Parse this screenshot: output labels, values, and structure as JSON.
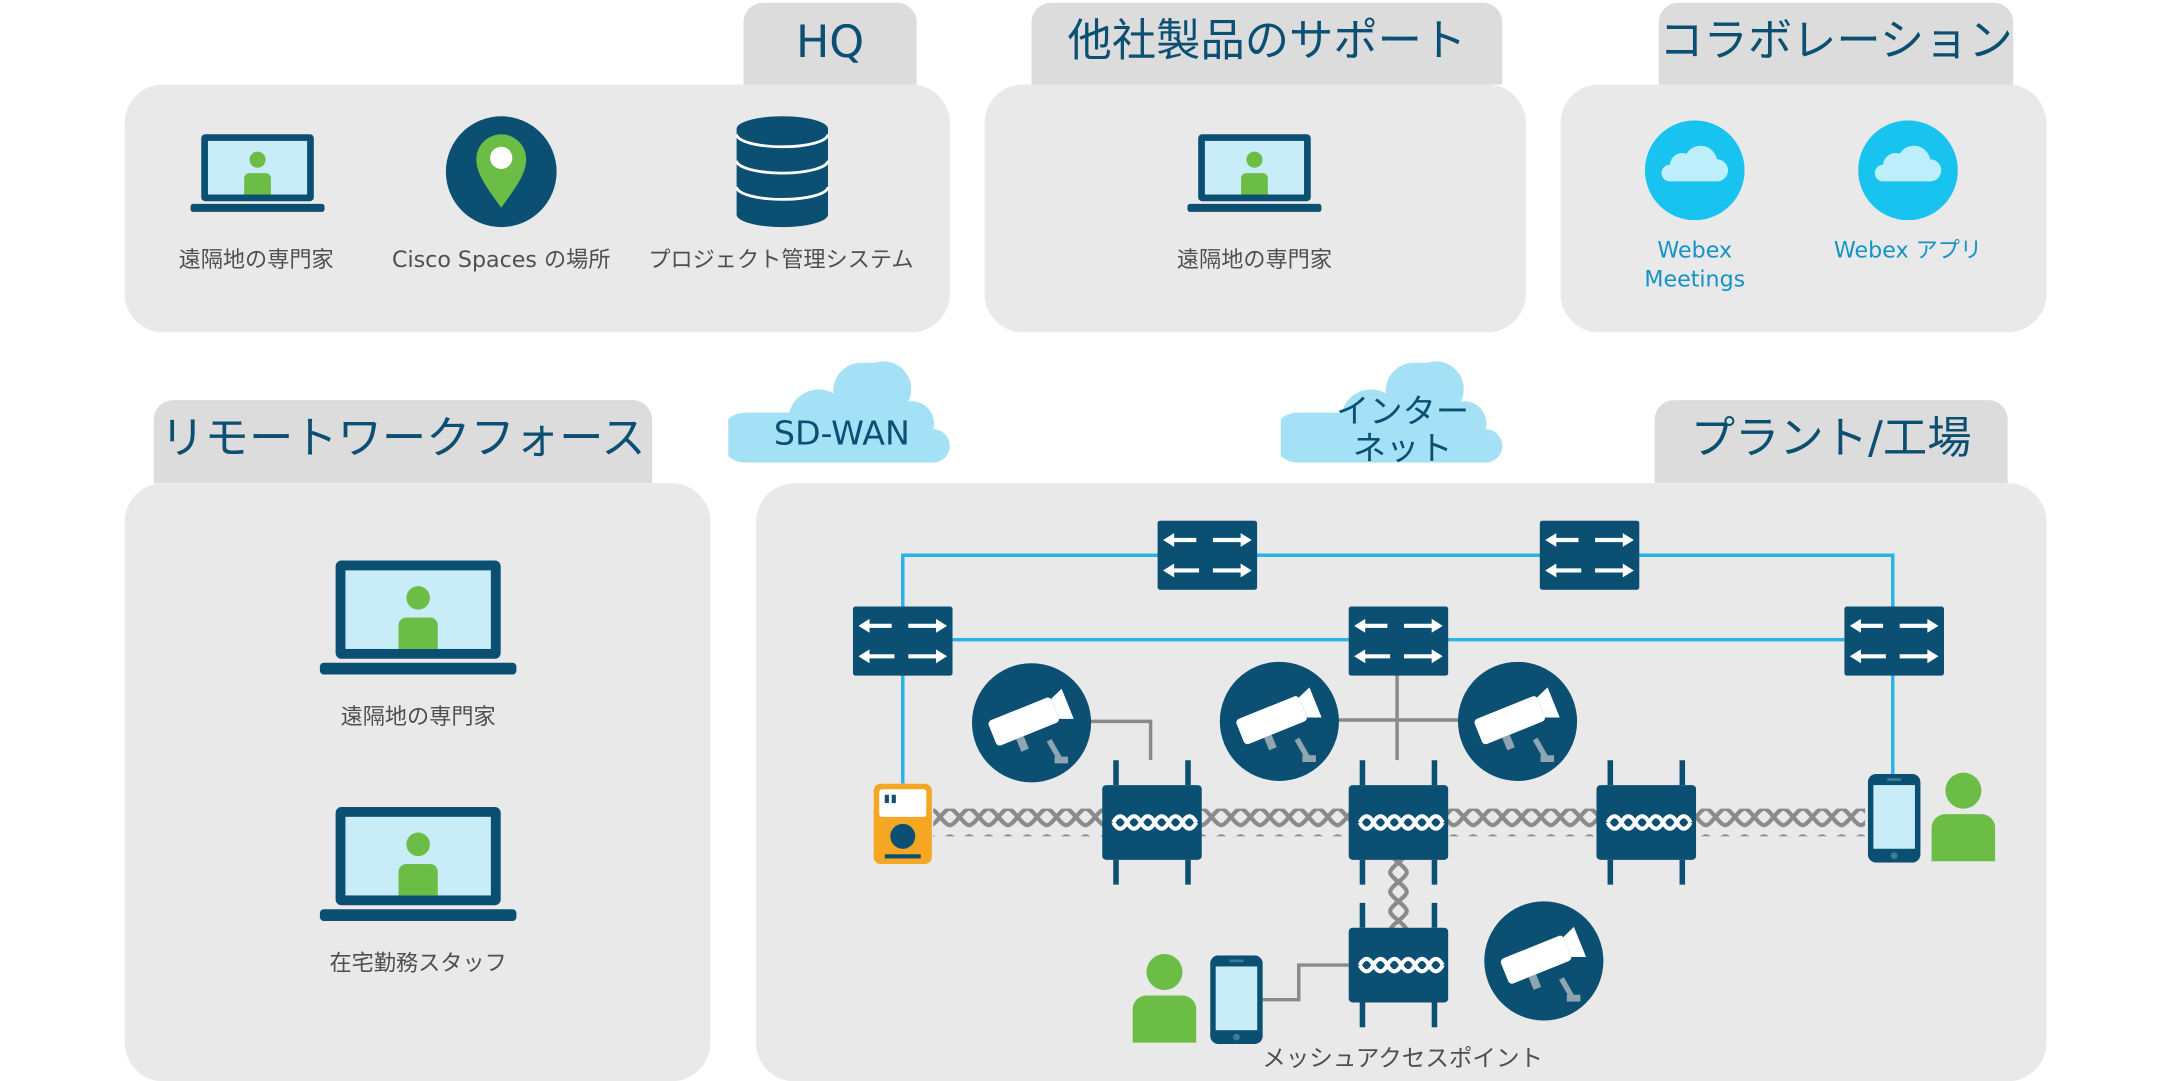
{
  "sections": {
    "hq": {
      "title": "HQ",
      "items": [
        "遠隔地の専門家",
        "Cisco Spaces の場所",
        "プロジェクト管理システム"
      ]
    },
    "third_party": {
      "title": "他社製品のサポート",
      "items": [
        "遠隔地の専門家"
      ]
    },
    "collaboration": {
      "title": "コラボレーション",
      "items": [
        "Webex Meetings",
        "Webex アプリ"
      ]
    },
    "remote": {
      "title": "リモートワークフォース",
      "items": [
        "遠隔地の専門家",
        "在宅勤務スタッフ"
      ]
    },
    "plant": {
      "title": "プラント/工場",
      "mesh_label": "メッシュアクセスポイント"
    }
  },
  "clouds": {
    "sdwan": "SD-WAN",
    "internet_line1": "インター",
    "internet_line2": "ネット"
  },
  "icons": [
    "laptop-icon",
    "map-pin-icon",
    "database-icon",
    "webex-cloud-icon",
    "switch-icon",
    "security-camera-icon",
    "mesh-access-point-icon",
    "smartphone-icon",
    "person-icon",
    "handheld-scanner-icon"
  ],
  "colors": {
    "dark_blue": "#0b4f72",
    "light_blue": "#c8ecf8",
    "cyan_line": "#29b3e6",
    "webex_blue": "#19c3ef",
    "green": "#6cbd45",
    "orange": "#f5a623",
    "panel_gray": "#e9e9e9",
    "tab_gray": "#dcdcdc",
    "cable_gray": "#888888"
  }
}
